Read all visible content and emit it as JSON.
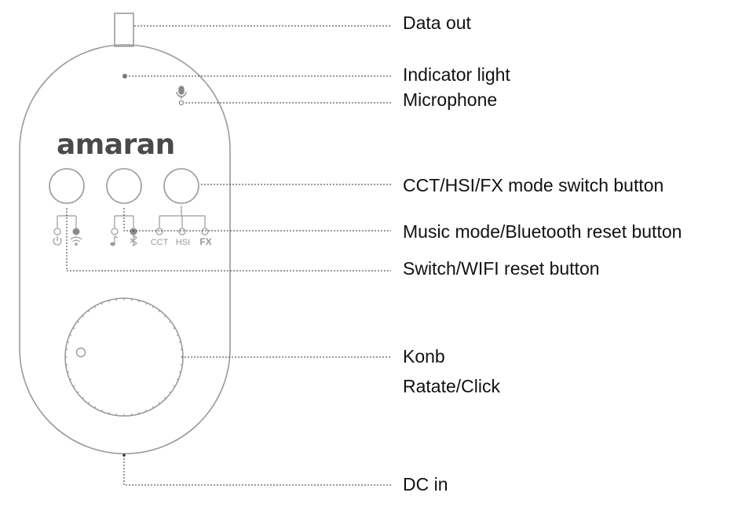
{
  "brand": {
    "logo_text": "amaran"
  },
  "labels": {
    "data_out": "Data out",
    "indicator_light": "Indicator light",
    "microphone": "Microphone",
    "mode_switch": "CCT/HSI/FX  mode switch button",
    "music_bt_reset": "Music mode/Bluetooth reset button",
    "switch_wifi_reset": "Switch/WIFI reset button",
    "knob": "Konb",
    "rotate_click": "Ratate/Click",
    "dc_in": "DC in"
  },
  "mode_labels": {
    "cct": "CCT",
    "hsi": "HSI",
    "fx": "FX"
  },
  "colors": {
    "outline": "#9a9a9a",
    "leader": "#333333",
    "text": "#111111",
    "logo": "#4a4a4a"
  }
}
